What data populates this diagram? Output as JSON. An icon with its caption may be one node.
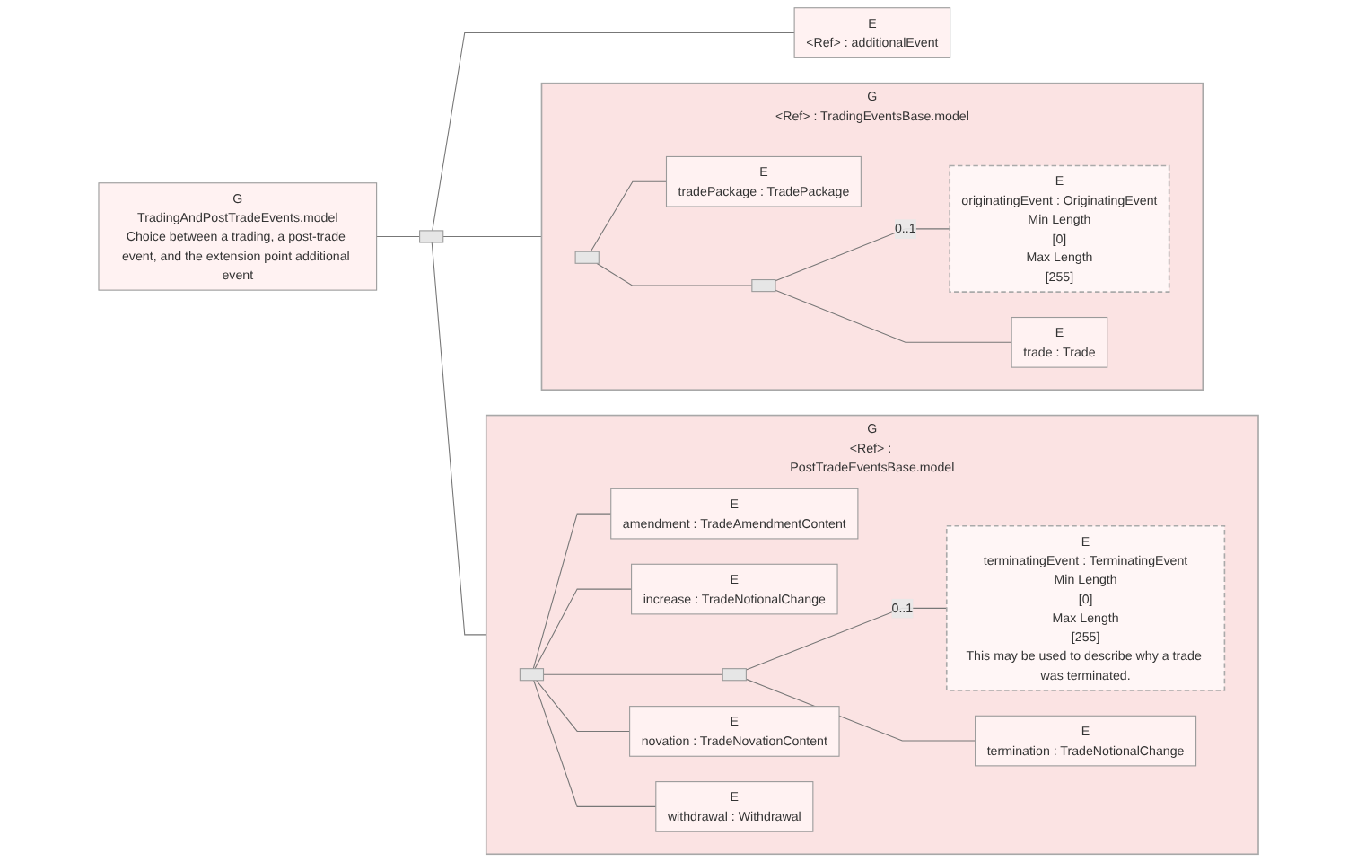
{
  "diagram": {
    "nodes": [
      {
        "text": [
          "G",
          "TradingAndPostTradeEvents.model",
          "Choice between a trading, a post-trade event, and the extension point additional event"
        ]
      },
      {
        "text": [],
        "shape": "box"
      },
      {
        "text": [
          "G",
          "<Ref> : TradingEventsBase.model"
        ]
      },
      {
        "text": [],
        "shape": "box",
        "in": 2
      },
      {
        "text": [
          "E",
          "tradePackage : TradePackage"
        ],
        "in": 2
      },
      {
        "text": [],
        "shape": "box",
        "in": 2
      },
      {
        "text": [
          "E",
          "originatingEvent : OriginatingEvent",
          "Min Length",
          "[0]",
          "Max Length",
          "[255]"
        ],
        "in": 2
      },
      {
        "text": [
          "E",
          "trade : Trade"
        ],
        "in": 2
      },
      {
        "text": [
          "G",
          "<Ref> : PostTradeEventsBase.model"
        ]
      },
      {
        "text": [],
        "shape": "box",
        "in": 8
      },
      {
        "text": [
          "E",
          "amendment : TradeAmendmentContent"
        ],
        "in": 8
      },
      {
        "text": [
          "E",
          "increase : TradeNotionalChange"
        ],
        "in": 8
      },
      {
        "text": [],
        "shape": "box",
        "in": 8
      },
      {
        "text": [
          "E",
          "terminatingEvent : TerminatingEvent",
          "Min Length",
          "[0]",
          "Max Length",
          "[255]",
          "This may be used to describe why a trade was terminated."
        ],
        "in": 8
      },
      {
        "text": [
          "E",
          "termination : TradeNotionalChange"
        ],
        "in": 8
      },
      {
        "text": [
          "E",
          "novation : TradeNovationContent"
        ],
        "in": 8
      },
      {
        "text": [
          "E",
          "withdrawal : Withdrawal"
        ],
        "in": 8
      },
      {
        "text": [
          "E",
          "<Ref> : additionalEvent"
        ]
      }
    ],
    "edges": [
      {
        "from": 0,
        "to": 1,
        "arrow": "none"
      },
      {
        "from": 1,
        "to": 2,
        "arrow": "none"
      },
      {
        "from": 1,
        "to": 8,
        "arrow": "none"
      },
      {
        "from": 1,
        "to": 17,
        "arrow": "none"
      },
      {
        "from": 3,
        "to": 4,
        "arrow": "none"
      },
      {
        "from": 3,
        "to": 5,
        "arrow": "none"
      },
      {
        "from": 5,
        "to": 6,
        "label": "0..1",
        "arrow": "none"
      },
      {
        "from": 5,
        "to": 7,
        "arrow": "none"
      },
      {
        "from": 9,
        "to": 10,
        "arrow": "none"
      },
      {
        "from": 9,
        "to": 11,
        "arrow": "none"
      },
      {
        "from": 9,
        "to": 12,
        "arrow": "none"
      },
      {
        "from": 12,
        "to": 13,
        "label": "0..1",
        "arrow": "none"
      },
      {
        "from": 12,
        "to": 14,
        "arrow": "none"
      },
      {
        "from": 9,
        "to": 15,
        "arrow": "none"
      },
      {
        "from": 9,
        "to": 16,
        "arrow": "none"
      }
    ]
  }
}
